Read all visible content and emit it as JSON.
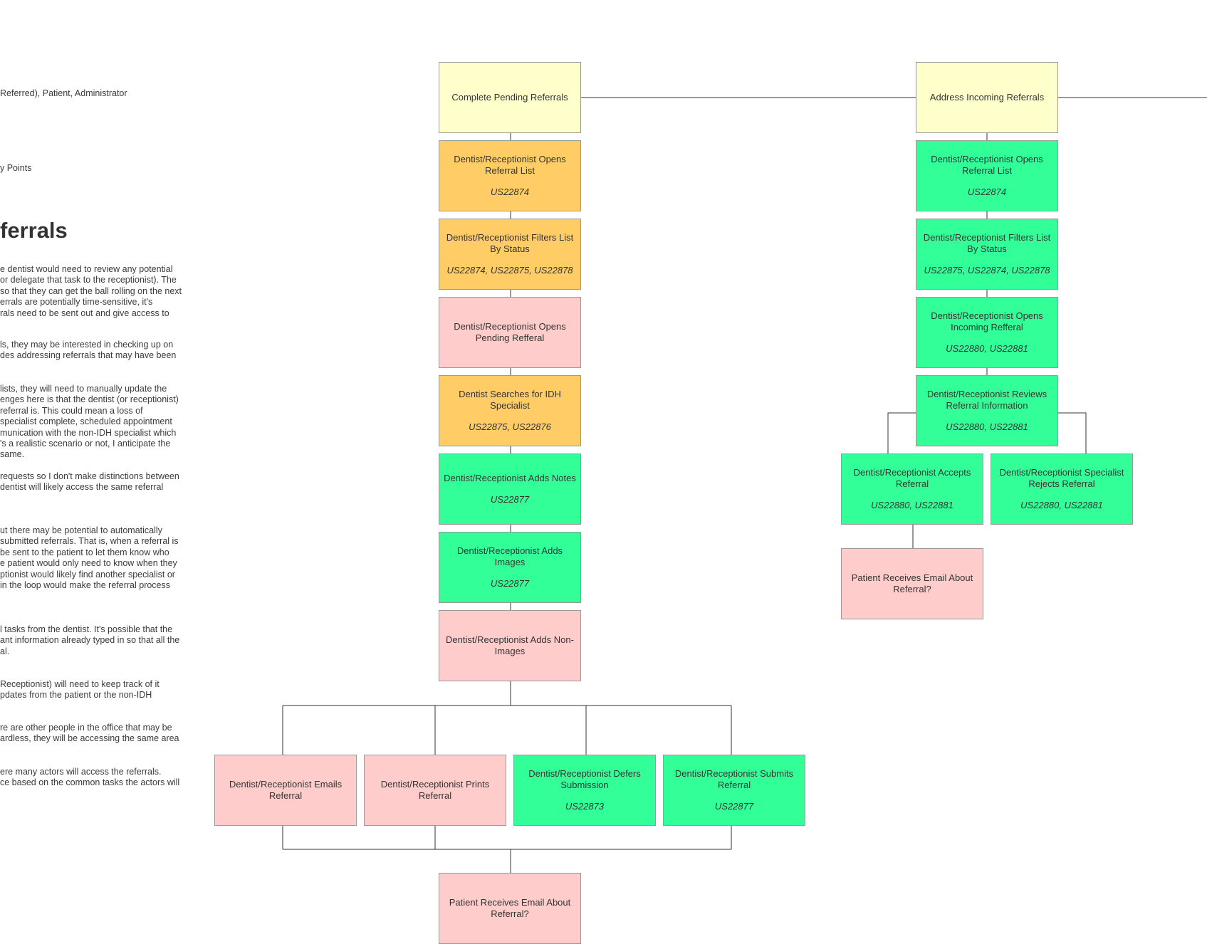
{
  "left_text": {
    "actors_line": "Referred), Patient, Administrator",
    "points_line": "y Points",
    "heading": "ferrals",
    "paragraphs": [
      [
        "e dentist would need to review any potential",
        "or delegate that task to the receptionist). The",
        "so that they can get the ball rolling on the next",
        "errals are potentially time-sensitive, it's",
        "rals need to be sent out and give access to"
      ],
      [
        "ls, they may be interested in checking up on",
        "des addressing referrals that may have been"
      ],
      [
        "lists, they will need to manually update the",
        "enges here is that the dentist (or receptionist)",
        " referral is. This could mean a loss of",
        "specialist complete, scheduled appointment",
        "munication with the non-IDH specialist which",
        "'s a realistic scenario or not, I anticipate the",
        "same."
      ],
      [
        " requests so I don't make distinctions between",
        "dentist will likely access the same referral"
      ],
      [
        "ut there may be potential to automatically",
        "submitted referrals. That is, when a referral is",
        "be sent to the patient to let them know who",
        "e patient would only need to know when they",
        "ptionist would likely find another specialist or",
        "in the loop would make the referral process"
      ],
      [
        "l tasks from the dentist. It's possible that the",
        "ant information already typed in so that all the",
        "al."
      ],
      [
        "Receptionist) will need to keep track of it",
        "pdates from the patient or the non-IDH"
      ],
      [
        "re are other people in the office that may be",
        "ardless, they will be accessing the same area"
      ],
      [
        "ere many actors will access the referrals.",
        "ce based on the common tasks the actors will"
      ]
    ]
  },
  "colors": {
    "goal": "#ffffcc",
    "in_progress": "#ffcc66",
    "not_covered": "#ffcccc",
    "done": "#33ff99",
    "line": "#333333"
  },
  "boxes": {
    "complete_pending": {
      "label": "Complete Pending Referrals",
      "code": ""
    },
    "address_incoming": {
      "label": "Address Incoming Referrals",
      "code": ""
    },
    "p_opens_list": {
      "label": "Dentist/Receptionist Opens Referral List",
      "code": "US22874"
    },
    "p_filters": {
      "label": "Dentist/Receptionist Filters List By Status",
      "code": "US22874, US22875, US22878"
    },
    "p_opens_pending": {
      "label": "Dentist/Receptionist Opens Pending Refferal",
      "code": ""
    },
    "p_searches": {
      "label": "Dentist Searches for IDH Specialist",
      "code": "US22875, US22876"
    },
    "p_adds_notes": {
      "label": "Dentist/Receptionist Adds Notes",
      "code": "US22877"
    },
    "p_adds_images": {
      "label": "Dentist/Receptionist Adds Images",
      "code": "US22877"
    },
    "p_adds_nonimages": {
      "label": "Dentist/Receptionist Adds Non-Images",
      "code": ""
    },
    "p_emails": {
      "label": "Dentist/Receptionist Emails Referral",
      "code": ""
    },
    "p_prints": {
      "label": "Dentist/Receptionist Prints Referral",
      "code": ""
    },
    "p_defers": {
      "label": "Dentist/Receptionist Defers Submission",
      "code": "US22873"
    },
    "p_submits": {
      "label": "Dentist/Receptionist Submits Referral",
      "code": "US22877"
    },
    "p_patient_email": {
      "label": "Patient Receives Email About Referral?",
      "code": ""
    },
    "i_opens_list": {
      "label": "Dentist/Receptionist Opens Referral List",
      "code": "US22874"
    },
    "i_filters": {
      "label": "Dentist/Receptionist Filters List By Status",
      "code": "US22875, US22874, US22878"
    },
    "i_opens_incoming": {
      "label": "Dentist/Receptionist Opens Incoming Refferal",
      "code": "US22880, US22881"
    },
    "i_reviews": {
      "label": "Dentist/Receptionist Reviews Referral Information",
      "code": "US22880, US22881"
    },
    "i_accepts": {
      "label": "Dentist/Receptionist Accepts Referral",
      "code": "US22880, US22881"
    },
    "i_rejects": {
      "label": "Dentist/Receptionist Specialist Rejects Referral",
      "code": "US22880, US22881"
    },
    "i_patient_email": {
      "label": "Patient Receives Email About Referral?",
      "code": ""
    }
  }
}
